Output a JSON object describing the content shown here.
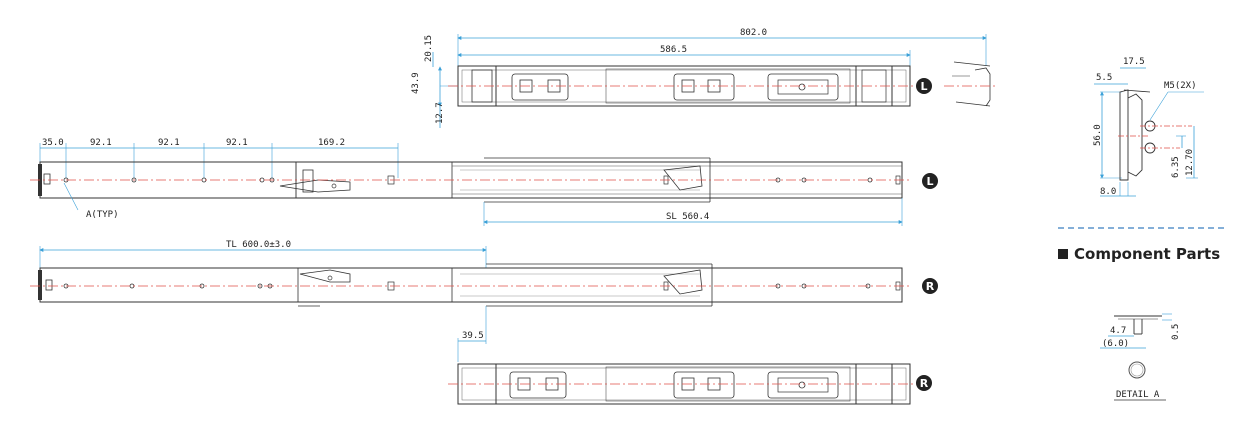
{
  "top_view": {
    "dim_overall": "802.0",
    "dim_inner": "586.5",
    "dim_top": "20.15",
    "dim_height": "43.9",
    "dim_bottom": "12.7",
    "badge": "L"
  },
  "left_rail": {
    "dim_first": "35.0",
    "dim_pitch_1": "92.1",
    "dim_pitch_2": "92.1",
    "dim_pitch_3": "92.1",
    "dim_last": "169.2",
    "hole_callout": "A(TYP)",
    "slide_length": "SL 560.4",
    "badge": "L"
  },
  "right_rail": {
    "total_length": "TL 600.0±3.0",
    "badge": "R"
  },
  "bottom_view": {
    "dim_offset": "39.5",
    "badge": "R"
  },
  "section_view": {
    "dim_top": "17.5",
    "dim_left": "5.5",
    "screw_callout": "M5(2X)",
    "dim_height": "56.0",
    "dim_gap": "6.35",
    "dim_span": "12.70",
    "dim_base": "8.0"
  },
  "component_parts": {
    "heading": "Component Parts",
    "dim_width": "4.7",
    "dim_total": "(6.0)",
    "dim_thickness": "0.5",
    "detail_label": "DETAIL A"
  },
  "colors": {
    "outline": "#333333",
    "dimension": "#3aa0d8",
    "centerline": "#e0504a",
    "divider": "#3b7fc0"
  }
}
